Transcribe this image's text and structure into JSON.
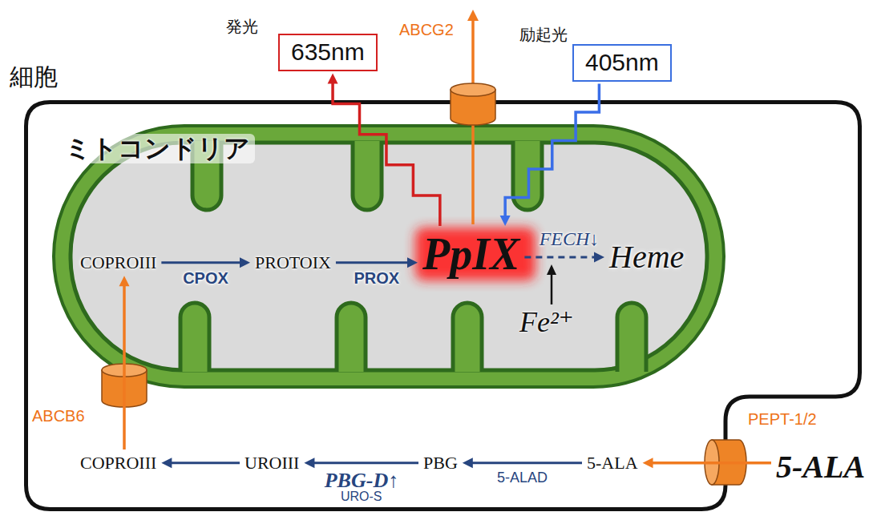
{
  "diagram": {
    "nodes": [
      {
        "text": [
          "635nm"
        ]
      },
      {
        "text": [
          "405nm"
        ]
      },
      {
        "text": [
          "細胞"
        ]
      },
      {
        "text": [
          "ミトコンドリア"
        ],
        "in": 2
      },
      {
        "text": [
          "COPROIII"
        ],
        "in": 3
      },
      {
        "text": [
          "PROTOIX"
        ],
        "in": 3
      },
      {
        "text": [
          "PpIX"
        ],
        "in": 3
      },
      {
        "text": [
          "Heme"
        ],
        "in": 3
      },
      {
        "text": [
          "COPROIII"
        ],
        "in": 2
      },
      {
        "text": [
          "UROIII"
        ],
        "in": 2
      },
      {
        "text": [
          "PBG"
        ],
        "in": 2
      },
      {
        "text": [
          "5-ALA"
        ],
        "in": 2
      },
      {
        "text": [
          "5-ALA"
        ]
      }
    ],
    "edges": [
      {
        "from": 4,
        "to": 5,
        "label": "CPOX",
        "arrow": "to"
      },
      {
        "from": 5,
        "to": 6,
        "label": "PROX",
        "arrow": "to"
      },
      {
        "from": 6,
        "to": 7,
        "label": "FECH↓",
        "arrow": "to"
      },
      {
        "from": 6,
        "to": 0,
        "arrow": "to"
      },
      {
        "from": 1,
        "to": 6,
        "arrow": "to"
      },
      {
        "from": 8,
        "to": 4,
        "arrow": "to"
      },
      {
        "from": 12,
        "to": 11,
        "arrow": "to"
      },
      {
        "from": 11,
        "to": 10,
        "label": "5-ALAD",
        "arrow": "to"
      },
      {
        "from": 10,
        "to": 9,
        "label": "PBG-D↑",
        "arrow": "to"
      },
      {
        "from": 9,
        "to": 8,
        "arrow": "to"
      }
    ],
    "labels": [
      "発光",
      "ABCG2",
      "励起光",
      "ABCB6",
      "Fe²⁺",
      "PEPT-1/2",
      "URO-S"
    ]
  }
}
